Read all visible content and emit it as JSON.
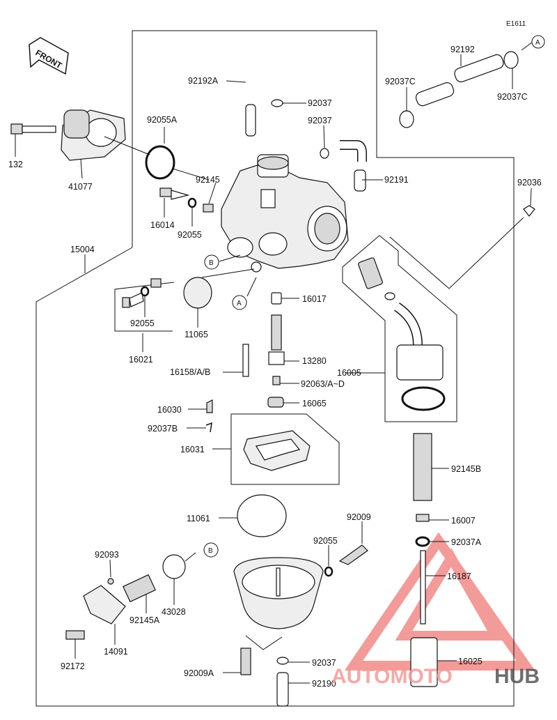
{
  "diagram_code": "E1611",
  "front_label": "FRONT",
  "watermark": {
    "brand_a": "AUTOMOTO",
    "brand_b": "HUB",
    "color_a": "#f29a96",
    "color_b": "#555555",
    "logo_color": "#ef7a78"
  },
  "parts": {
    "p92192A": "92192A",
    "p92037_top": "92037",
    "p92037_mid": "92037",
    "p92191": "92191",
    "p92192": "92192",
    "p92037C_left": "92037C",
    "p92037C_right": "92037C",
    "p92036": "92036",
    "p132": "132",
    "p41077": "41077",
    "p92055A": "92055A",
    "p92145": "92145",
    "p16014": "16014",
    "p92055_top": "92055",
    "p15004": "15004",
    "p92055_left": "92055",
    "p16021": "16021",
    "p11065": "11065",
    "p16017": "16017",
    "p13280": "13280",
    "p16005": "16005",
    "p16158": "16158/A/B",
    "p92063": "92063/A~D",
    "p16065": "16065",
    "p16030": "16030",
    "p92037B": "92037B",
    "p16031": "16031",
    "p92145B": "92145B",
    "p11061": "11061",
    "p92009": "92009",
    "p16007": "16007",
    "p92055_bot": "92055",
    "p92037A": "92037A",
    "p92093": "92093",
    "p16187": "16187",
    "p92145A": "92145A",
    "p43028": "43028",
    "p14091": "14091",
    "p92172": "92172",
    "p16025": "16025",
    "p92037_bot": "92037",
    "p92009A": "92009A",
    "p92190": "92190"
  },
  "refs": {
    "a_top": "A",
    "a_mid": "A",
    "b_mid": "B",
    "b_bot": "B"
  }
}
